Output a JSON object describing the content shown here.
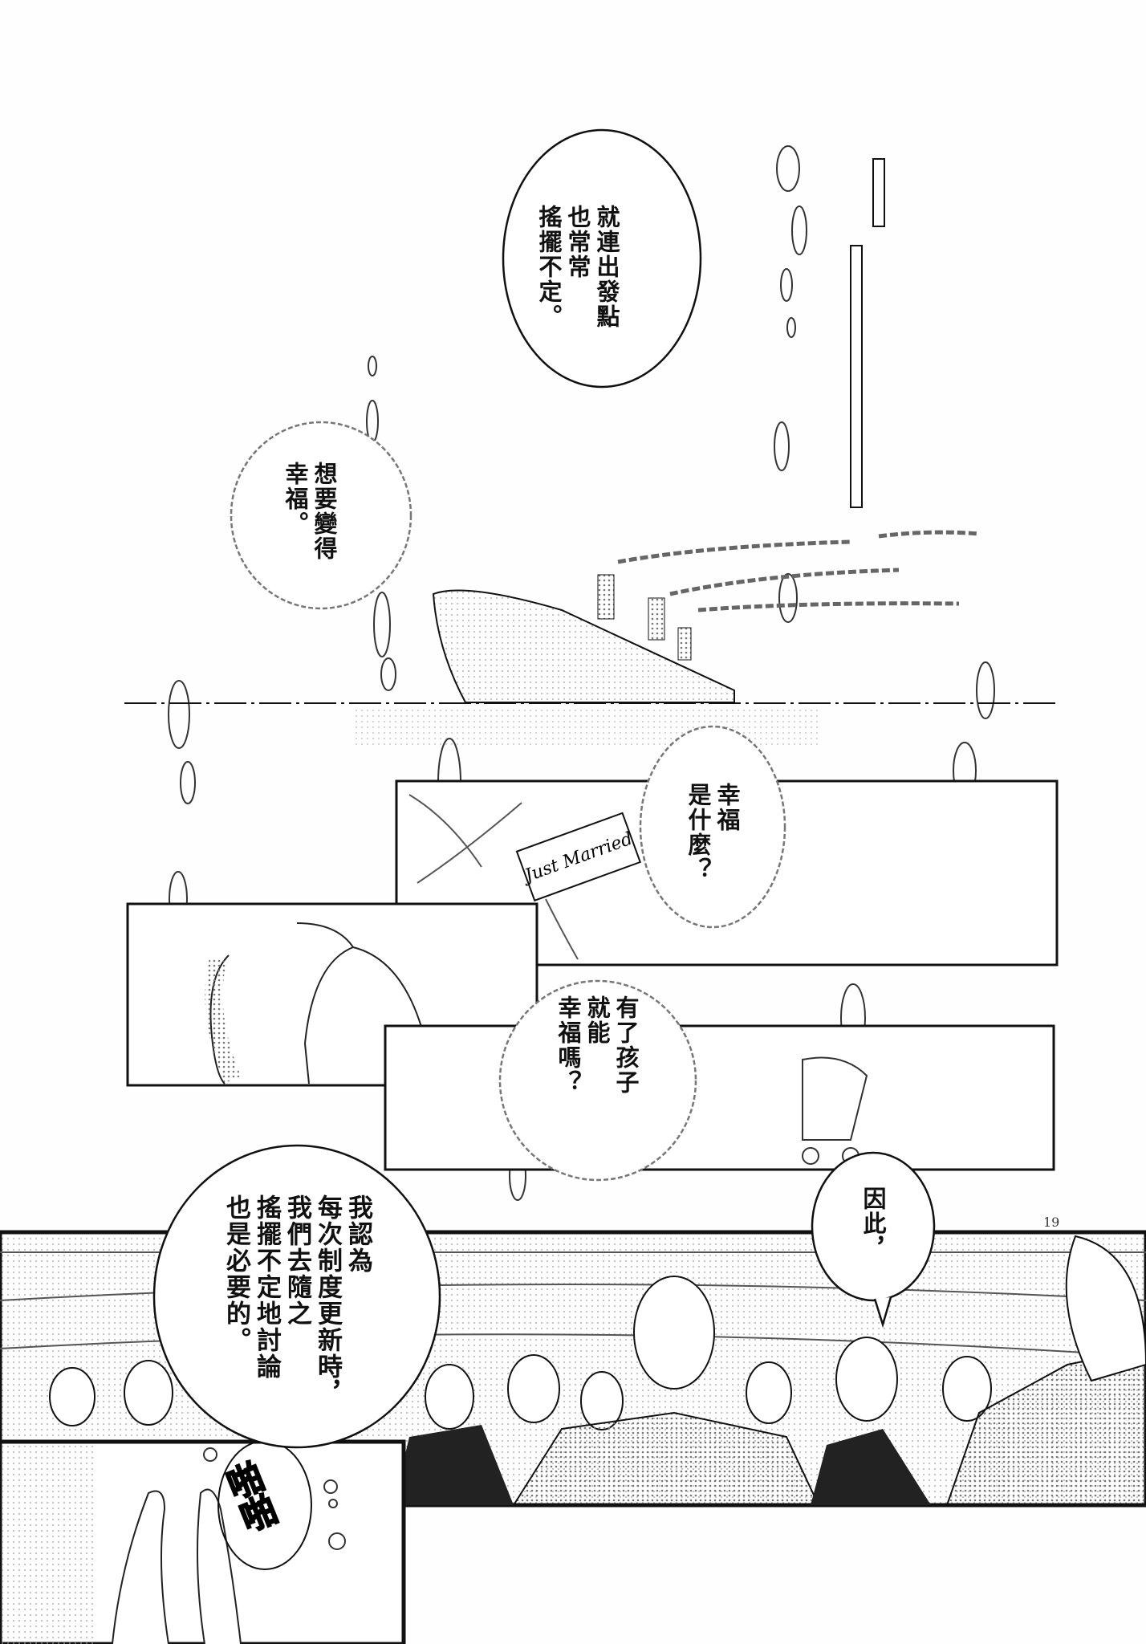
{
  "page_number": "19",
  "bubbles": {
    "starting_point": "就連出發點\n也常常\n搖擺不定。",
    "want_happiness": "想要變得\n幸福。",
    "what_is_happiness": "幸福\n是什麼？",
    "children_happiness": "有了孩子\n就能\n幸福嗎？",
    "therefore": "因此，",
    "debate": "我認為\n每次制度更新時，\n我們去隨之\n搖擺不定地討論\n也是必要的。"
  },
  "sound_effect": "啪啪",
  "sign_text": "Just Married",
  "colors": {
    "ink": "#111111",
    "screentone": "#9a9a9a",
    "paper": "#fefefe"
  }
}
